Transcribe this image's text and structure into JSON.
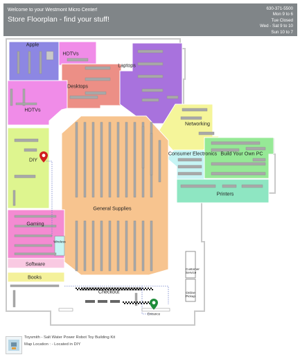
{
  "header": {
    "welcome": "Welcome to your Westmont Micro Center!",
    "title": "Store Floorplan - find your stuff!",
    "phone": "630-371-5500",
    "hours": [
      "Mon 9 to 6",
      "Tue Closed",
      "Wed - Sat 9 to 10",
      "Sun 10 to 7"
    ]
  },
  "map": {
    "departments": {
      "apple": "Apple",
      "hdtvs_top": "HDTVs",
      "laptops": "Laptops",
      "desktops": "Desktops",
      "hdtvs_left": "HDTVs",
      "networking": "Networking",
      "diy": "DIY",
      "consumer_electronics": "Consumer Electronics",
      "build_your_own_pc": "Build Your Own PC",
      "printers": "Printers",
      "general_supplies": "General Supplies",
      "gaming": "Gaming",
      "wireless": "Wireless",
      "software": "Software",
      "books": "Books",
      "checkout": "Checkout",
      "entrance": "Entrance",
      "customer_service": "Customer Service",
      "online_pickup": "Online Pickup"
    },
    "colors": {
      "apple": "#8d87e3",
      "hdtvs": "#f08ce8",
      "desktops": "#ec8f86",
      "laptops": "#a872dd",
      "networking": "#f5f59a",
      "diy": "#def58f",
      "build_pc": "#96e996",
      "printers": "#8ee6c2",
      "consumer_electronics": "#c6f4f4",
      "general_supplies": "#f7c48f",
      "gaming": "#f48bd2",
      "software": "#f9c9e2",
      "books": "#f4f19a",
      "pin_red": "#d11f1f",
      "pin_green": "#1e8c3a"
    }
  },
  "footer": {
    "product": "Toysmith - Salt Water Power Robot Toy Building Kit",
    "location": "Map Location : - Located in DIY"
  }
}
